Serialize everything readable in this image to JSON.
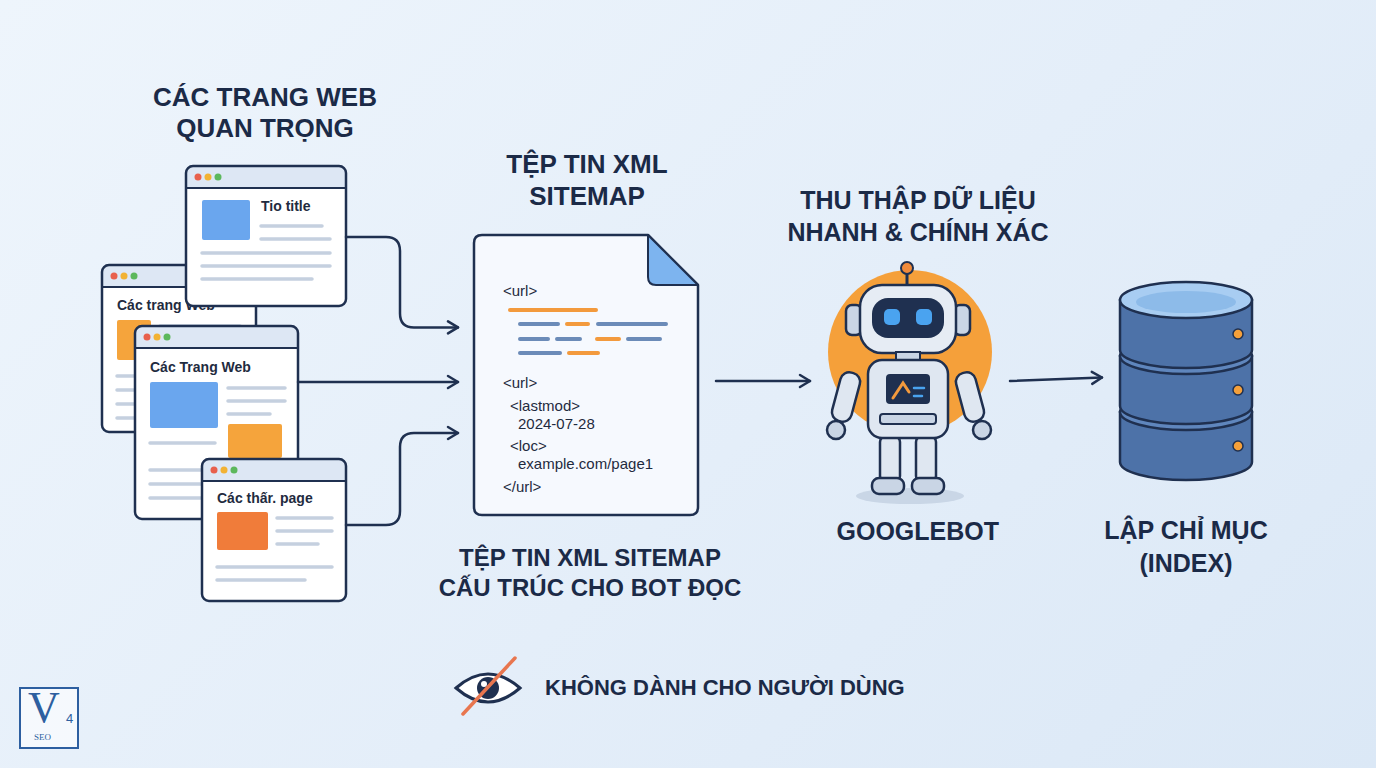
{
  "diagram": {
    "nodes": [
      {
        "text": [
          "Tio title"
        ]
      },
      {
        "text": [
          "Các trang Web"
        ]
      },
      {
        "text": [
          "Các Trang Web"
        ]
      },
      {
        "text": [
          "Các thấr. page"
        ]
      },
      {
        "text": [
          "TỆP TIN XML SITEMAP",
          "<url>",
          "<url>",
          "<lastmod>",
          "2024-07-28",
          "<loc>",
          "example.com/page1",
          "</url>",
          "TỆP TIN XML SITEMAP CẤU TRÚC CHO BOT ĐỌC"
        ]
      },
      {
        "text": [
          "THU THẬP DỮ LIỆU NHANH & CHÍNH XÁC",
          "GOOGLEBOT"
        ]
      },
      {
        "text": [
          "LẬP CHỈ MỤC (INDEX)"
        ]
      }
    ],
    "edges": [
      {
        "from": 0,
        "to": 4,
        "arrow": "to"
      },
      {
        "from": 2,
        "to": 4,
        "arrow": "to"
      },
      {
        "from": 3,
        "to": 4,
        "arrow": "to"
      },
      {
        "from": 4,
        "to": 5,
        "arrow": "to"
      },
      {
        "from": 5,
        "to": 6,
        "arrow": "to"
      }
    ],
    "labels": [
      "CÁC TRANG WEB QUAN TRỌNG",
      "KHÔNG DÀNH CHO NGƯỜI DÙNG",
      "V",
      "4",
      "SEO"
    ]
  }
}
